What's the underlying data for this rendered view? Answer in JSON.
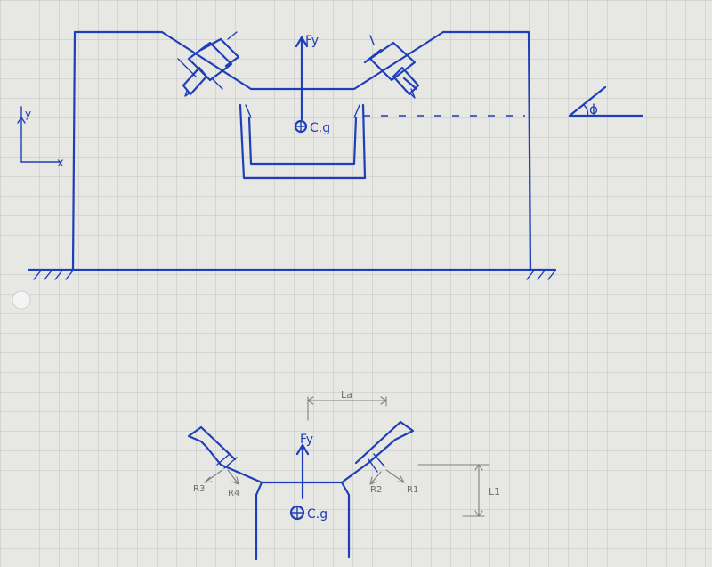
{
  "labels": {
    "fy_top": "Fy",
    "cg_top": "C.g",
    "axis_y": "y",
    "axis_x": "x",
    "phi": "ϕ",
    "fy_bottom": "Fy",
    "cg_bottom": "C.g",
    "la": "La",
    "l1": "L1",
    "r1": "R1",
    "r2": "R2",
    "r3": "R3",
    "r4": "R4"
  },
  "colors": {
    "ink": "#1f3fb8",
    "pencil": "#7f7f80",
    "paper": "#e7e7e4",
    "grid": "#c2c2c2"
  }
}
